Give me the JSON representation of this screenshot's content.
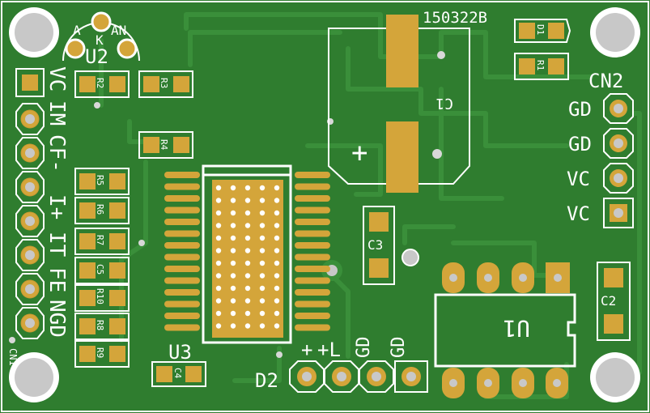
{
  "board": {
    "revision": "150322B",
    "colors": {
      "soldermask": "#2f7d2f",
      "trace": "#3a8f3a",
      "copper_pad": "#d4a53a",
      "silkscreen": "#ffffff",
      "hole": "#c8c8c8"
    }
  },
  "u2": {
    "ref": "U2",
    "pins": [
      "A",
      "K",
      "AN"
    ]
  },
  "resistors": {
    "r1": "R1",
    "r2": "R2",
    "r3": "R3",
    "r4": "R4",
    "r5": "R5",
    "r6": "R6",
    "r7": "R7",
    "r8": "R8",
    "r9": "R9",
    "r10": "R10"
  },
  "diodes": {
    "d1": "D1"
  },
  "capacitors": {
    "c1": "C1",
    "c2": "C2",
    "c3": "C3",
    "c4": "C4",
    "c5": "C5",
    "c1_polarity": "+"
  },
  "u1": {
    "ref": "U1"
  },
  "u3": {
    "ref": "U3"
  },
  "cn2": {
    "ref": "CN2",
    "pins": [
      "GD",
      "GD",
      "VC",
      "VC"
    ]
  },
  "d2": {
    "ref": "D2",
    "pins": [
      "+",
      "+L",
      "GD",
      "GD"
    ]
  },
  "left_header": {
    "ref_fragment": "CN1",
    "labels": [
      "VC",
      "IM",
      "CF-",
      "I+",
      "IT",
      "FE",
      "NGD"
    ]
  }
}
